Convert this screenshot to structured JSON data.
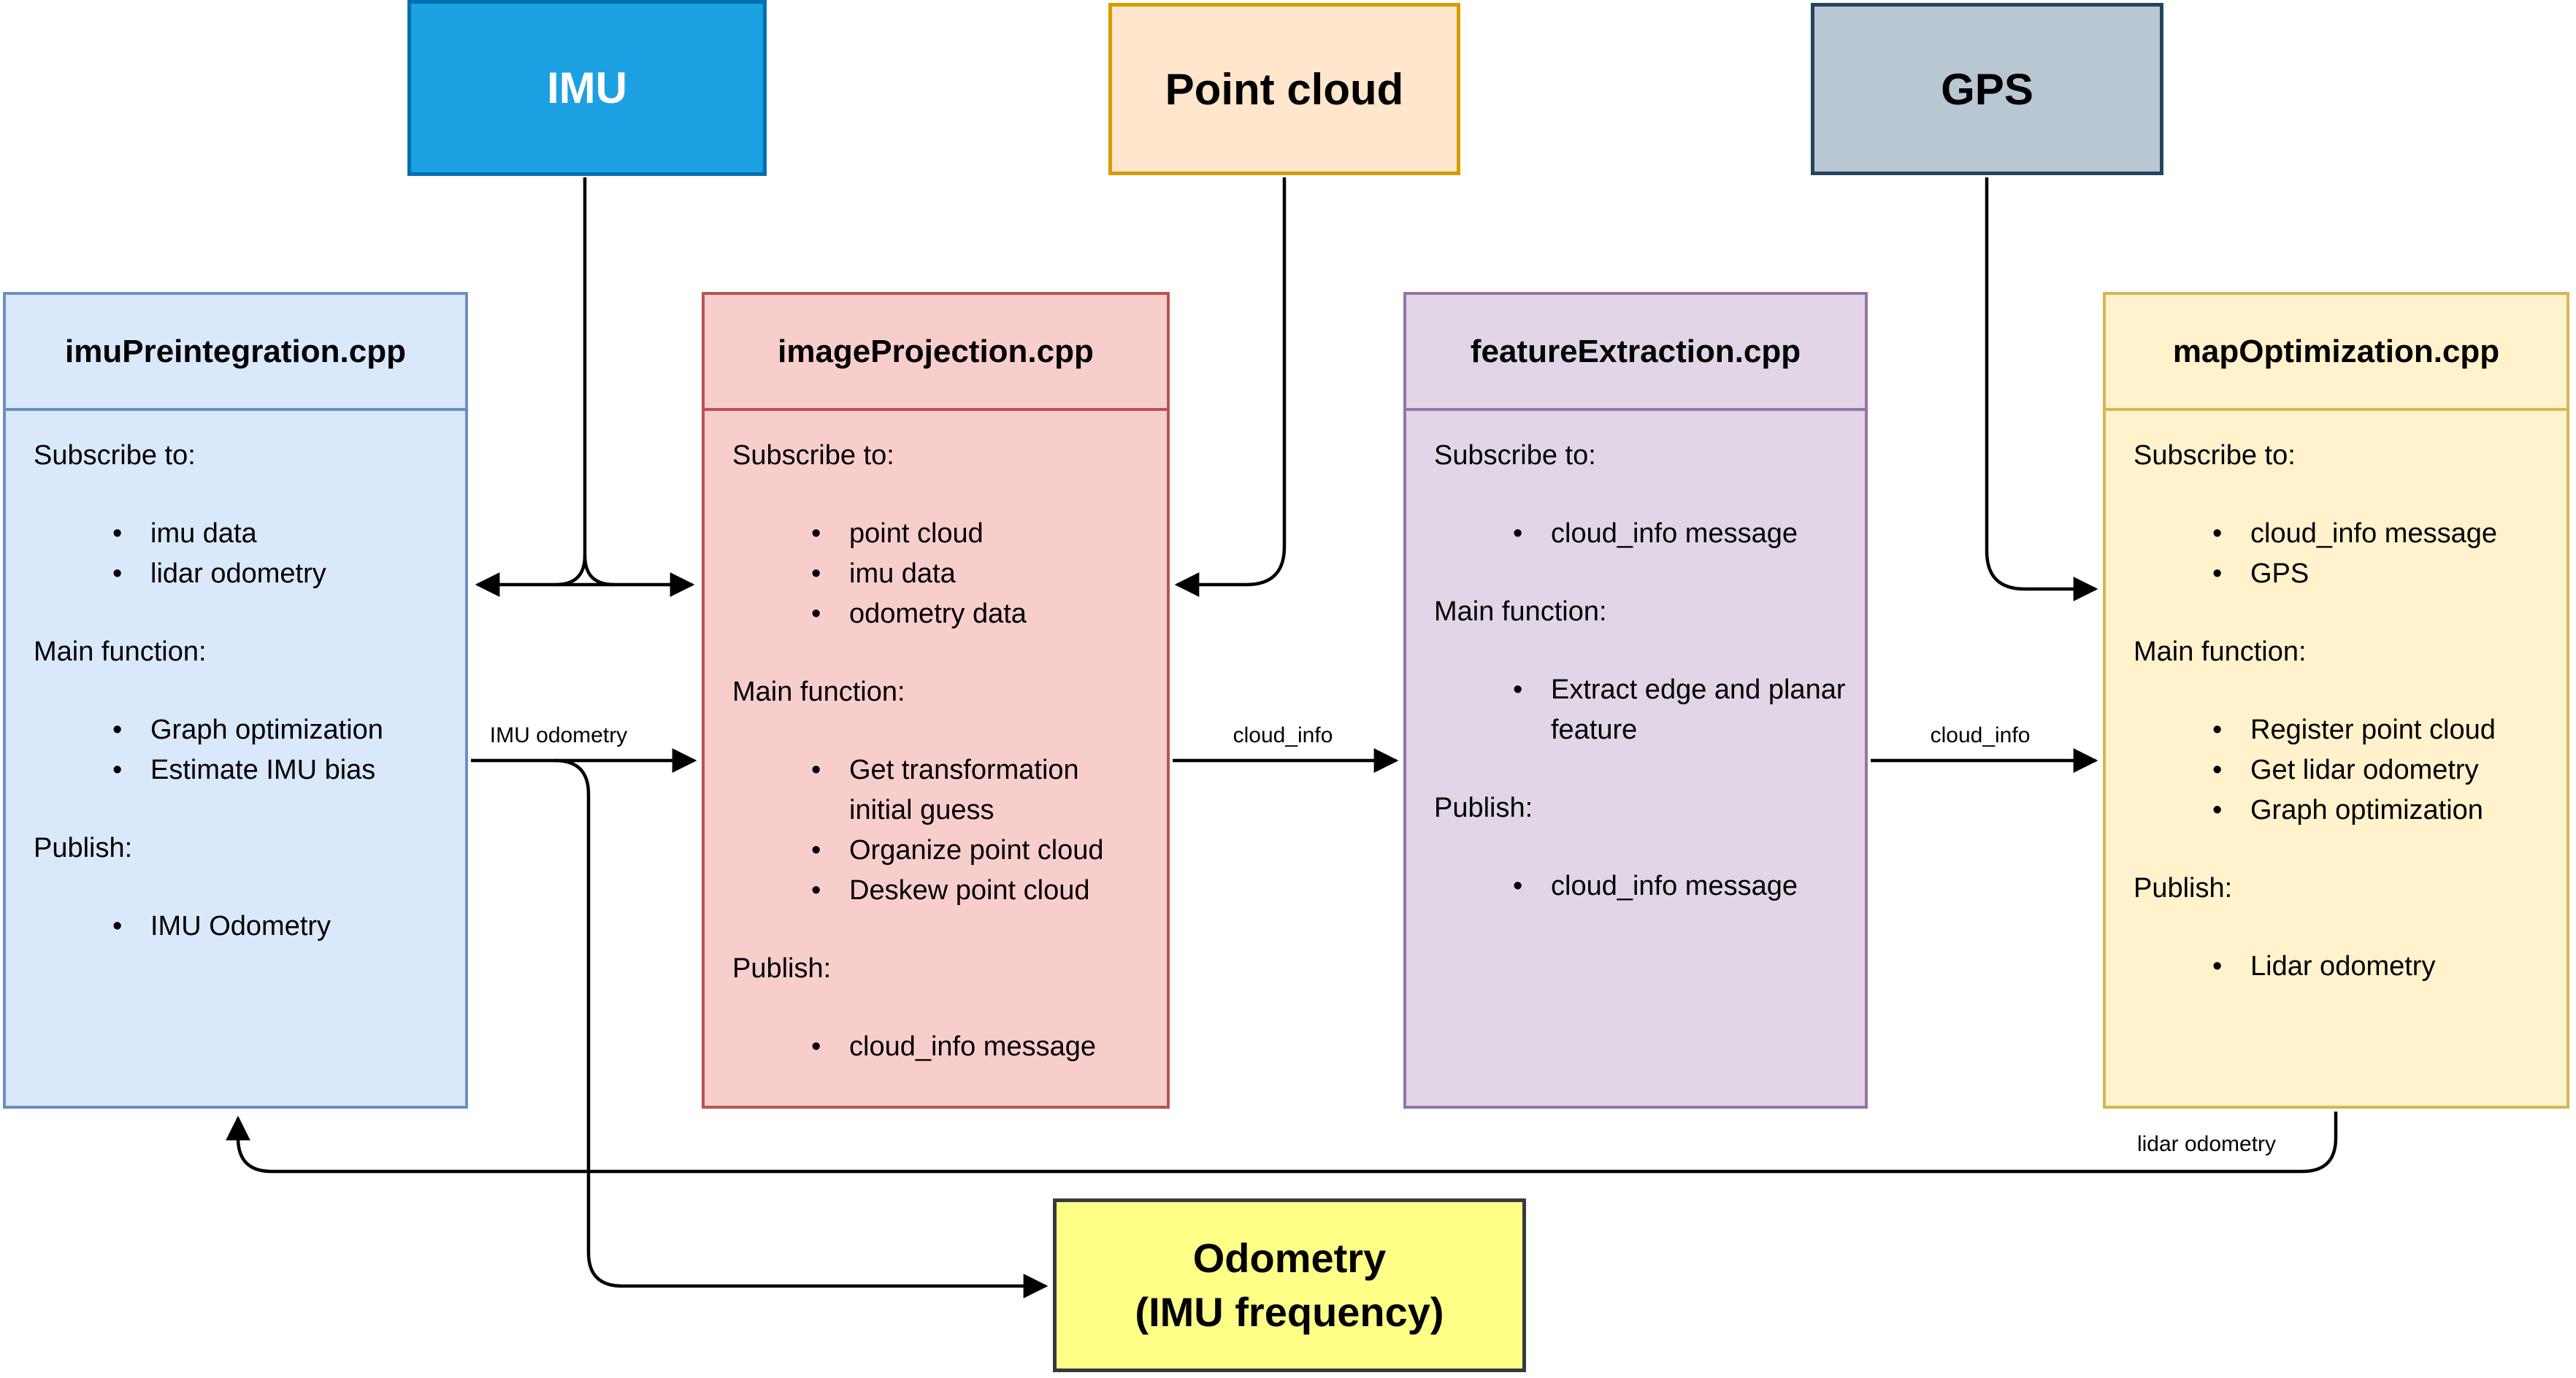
{
  "diagram": {
    "edge_color": "#000000",
    "sources": [
      {
        "label": "IMU",
        "fill": "#1BA1E2",
        "border": "#006EAF",
        "text_color": "#FFFFFF"
      },
      {
        "label": "Point cloud",
        "fill": "#FFE6CC",
        "border": "#D79B00",
        "text_color": "#000000"
      },
      {
        "label": "GPS",
        "fill": "#B9C7D2",
        "border": "#23445D",
        "text_color": "#000000"
      }
    ],
    "modules": [
      {
        "title": "imuPreintegration.cpp",
        "fill": "#DAE8FC",
        "border": "#6C8EBF",
        "sections": [
          {
            "label": "Subscribe to:",
            "items": [
              "imu data",
              "lidar odometry"
            ]
          },
          {
            "label": "Main function:",
            "items": [
              "Graph optimization",
              "Estimate IMU bias"
            ]
          },
          {
            "label": "Publish:",
            "items": [
              "IMU Odometry"
            ]
          }
        ]
      },
      {
        "title": "imageProjection.cpp",
        "fill": "#F8CECC",
        "border": "#B85450",
        "sections": [
          {
            "label": "Subscribe to:",
            "items": [
              "point cloud",
              "imu data",
              "odometry data"
            ]
          },
          {
            "label": "Main function:",
            "items": [
              "Get transformation initial guess",
              "Organize point cloud",
              "Deskew point cloud"
            ]
          },
          {
            "label": "Publish:",
            "items": [
              "cloud_info message"
            ]
          }
        ]
      },
      {
        "title": "featureExtraction.cpp",
        "fill": "#E1D5E7",
        "border": "#9673A6",
        "sections": [
          {
            "label": "Subscribe to:",
            "items": [
              "cloud_info message"
            ]
          },
          {
            "label": "Main function:",
            "items": [
              "Extract edge and planar feature"
            ]
          },
          {
            "label": "Publish:",
            "items": [
              "cloud_info message"
            ]
          }
        ]
      },
      {
        "title": "mapOptimization.cpp",
        "fill": "#FFF2CC",
        "border": "#D6B656",
        "sections": [
          {
            "label": "Subscribe to:",
            "items": [
              "cloud_info message",
              "GPS"
            ]
          },
          {
            "label": "Main function:",
            "items": [
              "Register point cloud",
              "Get lidar odometry",
              "Graph optimization"
            ]
          },
          {
            "label": "Publish:",
            "items": [
              "Lidar odometry"
            ]
          }
        ]
      }
    ],
    "output": {
      "label_line1": "Odometry",
      "label_line2": "(IMU frequency)",
      "fill": "#FFFF88",
      "border": "#36393D",
      "text_color": "#000000"
    },
    "edge_labels": {
      "imu_odometry": "IMU odometry",
      "cloud_info_1": "cloud_info",
      "cloud_info_2": "cloud_info",
      "lidar_odometry": "lidar odometry"
    }
  }
}
